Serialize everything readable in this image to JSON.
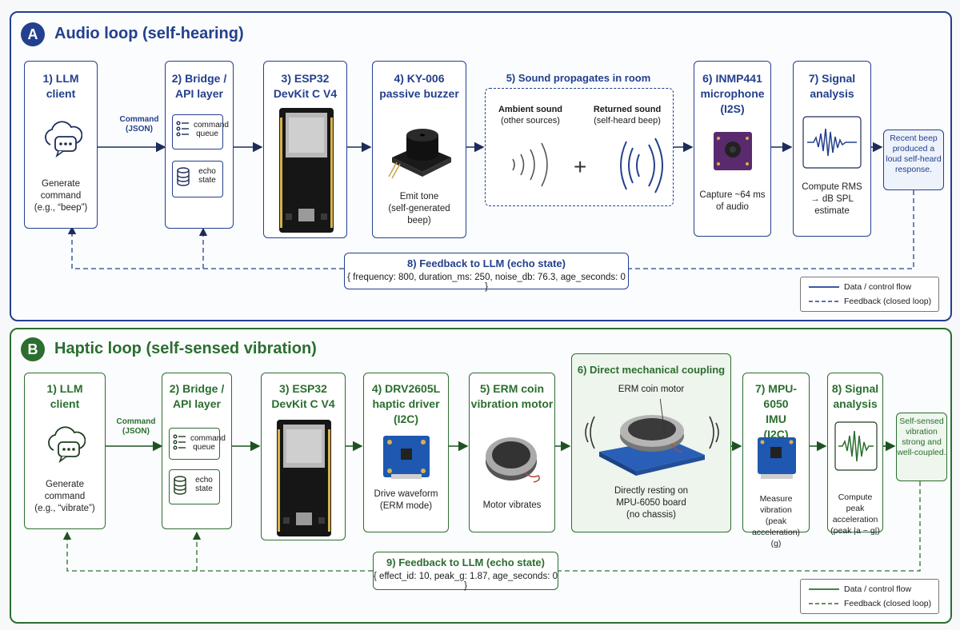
{
  "panel_a": {
    "badge": "A",
    "title": "Audio loop (self-hearing)",
    "colors": {
      "accent": "#23408e"
    },
    "arrow_label": "Command\n(JSON)",
    "boxes": [
      {
        "title": "1) LLM\nclient",
        "desc": "Generate command\n(e.g., “beep”)",
        "icon": "cloud-chat-icon"
      },
      {
        "title": "2) Bridge /\nAPI layer",
        "mini": [
          {
            "label": "command\nqueue",
            "icon": "list-icon"
          },
          {
            "label": "echo\nstate",
            "icon": "database-icon"
          }
        ]
      },
      {
        "title": "3) ESP32\nDevKit C V4",
        "icon": "esp32-board-icon"
      },
      {
        "title": "4) KY-006\npassive buzzer",
        "desc": "Emit tone\n(self-generated\nbeep)",
        "icon": "buzzer-icon"
      },
      {
        "title": "6) INMP441\nmicrophone\n(I2S)",
        "desc": "Capture ~64 ms\nof audio",
        "icon": "microphone-board-icon"
      },
      {
        "title": "7) Signal\nanalysis",
        "desc": "Compute RMS\n→ dB SPL\nestimate",
        "icon": "waveform-icon"
      }
    ],
    "propagation": {
      "title": "5) Sound propagates in room",
      "ambient_title": "Ambient sound",
      "ambient_sub": "(other sources)",
      "returned_title": "Returned sound",
      "returned_sub": "(self-heard beep)",
      "plus": "+"
    },
    "note": "Recent beep\nproduced a\nloud self-heard\nresponse.",
    "feedback": {
      "title": "8) Feedback to LLM (echo state)",
      "content": "{ frequency: 800, duration_ms: 250, noise_db: 76.3, age_seconds: 0 }"
    },
    "legend": {
      "solid": "Data / control flow",
      "dashed": "Feedback (closed loop)"
    }
  },
  "panel_b": {
    "badge": "B",
    "title": "Haptic loop (self-sensed vibration)",
    "colors": {
      "accent": "#2b6e2f"
    },
    "arrow_label": "Command\n(JSON)",
    "boxes": [
      {
        "title": "1) LLM\nclient",
        "desc": "Generate command\n(e.g., “vibrate”)",
        "icon": "cloud-chat-icon"
      },
      {
        "title": "2) Bridge /\nAPI layer",
        "mini": [
          {
            "label": "command\nqueue",
            "icon": "list-icon"
          },
          {
            "label": "echo\nstate",
            "icon": "database-icon"
          }
        ]
      },
      {
        "title": "3) ESP32\nDevKit C V4",
        "icon": "esp32-board-icon"
      },
      {
        "title": "4) DRV2605L\nhaptic driver\n(I2C)",
        "desc": "Drive waveform\n(ERM mode)",
        "icon": "driver-board-icon"
      },
      {
        "title": "5) ERM coin\nvibration motor",
        "desc": "Motor vibrates",
        "icon": "coin-motor-icon"
      },
      {
        "title": "6) Direct mechanical coupling",
        "desc": "Directly resting on\nMPU-6050 board\n(no chassis)",
        "sub": "ERM coin motor",
        "icon": "coupled-motor-icon"
      },
      {
        "title": "7) MPU-6050\nIMU\n(I2C)",
        "desc": "Measure vibration\n(peak acceleration)\n(g)",
        "icon": "imu-board-icon"
      },
      {
        "title": "8) Signal\nanalysis",
        "desc": "Compute peak\nacceleration\n(peak |a − g|)",
        "icon": "waveform-icon"
      }
    ],
    "note": "Self-sensed\nvibration\nstrong and\nwell-coupled.",
    "feedback": {
      "title": "9) Feedback to LLM (echo state)",
      "content": "{ effect_id: 10, peak_g: 1.87, age_seconds: 0 }"
    },
    "legend": {
      "solid": "Data / control flow",
      "dashed": "Feedback (closed loop)"
    }
  }
}
